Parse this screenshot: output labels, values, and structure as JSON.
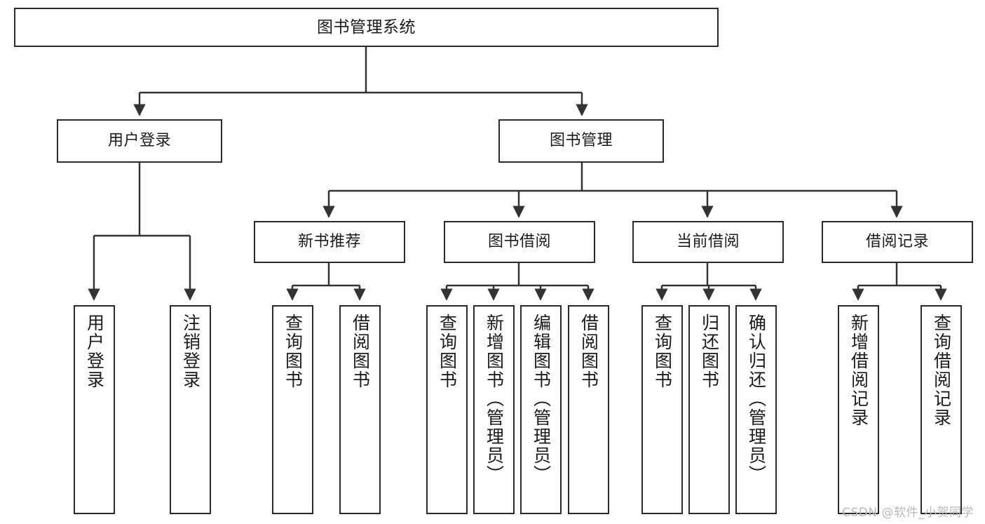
{
  "diagram": {
    "type": "tree",
    "title": "图书管理系统",
    "watermark": "CSDN @软件_小贺同学",
    "colors": {
      "box_border": "#2b2b2b",
      "box_fill": "#ffffff",
      "edge": "#333333",
      "text": "#1b1b1b",
      "watermark": "#b9b9b9"
    },
    "nodes": {
      "root": {
        "label": "图书管理系统"
      },
      "level2": [
        {
          "id": "user-login",
          "label": "用户登录"
        },
        {
          "id": "book-management",
          "label": "图书管理"
        }
      ],
      "level3": [
        {
          "id": "new-book-recommend",
          "label": "新书推荐"
        },
        {
          "id": "book-borrow",
          "label": "图书借阅"
        },
        {
          "id": "current-borrow",
          "label": "当前借阅"
        },
        {
          "id": "borrow-record",
          "label": "借阅记录"
        }
      ],
      "leaves": {
        "user_login": [
          {
            "id": "leaf-user-login",
            "label": "用户登录"
          },
          {
            "id": "leaf-logout-login",
            "label": "注销登录"
          }
        ],
        "new_book_recommend": [
          {
            "id": "leaf-query-book-1",
            "label": "查询图书"
          },
          {
            "id": "leaf-borrow-book-1",
            "label": "借阅图书"
          }
        ],
        "book_borrow": [
          {
            "id": "leaf-query-book-2",
            "label": "查询图书"
          },
          {
            "id": "leaf-add-book",
            "label": "新增图书（管理员）"
          },
          {
            "id": "leaf-edit-book",
            "label": "编辑图书（管理员）"
          },
          {
            "id": "leaf-borrow-book-2",
            "label": "借阅图书"
          }
        ],
        "current_borrow": [
          {
            "id": "leaf-query-book-3",
            "label": "查询图书"
          },
          {
            "id": "leaf-return-book",
            "label": "归还图书"
          },
          {
            "id": "leaf-confirm-return",
            "label": "确认归还（管理员）"
          }
        ],
        "borrow_record": [
          {
            "id": "leaf-add-record",
            "label": "新增借阅记录"
          },
          {
            "id": "leaf-query-record",
            "label": "查询借阅记录"
          }
        ]
      }
    }
  }
}
